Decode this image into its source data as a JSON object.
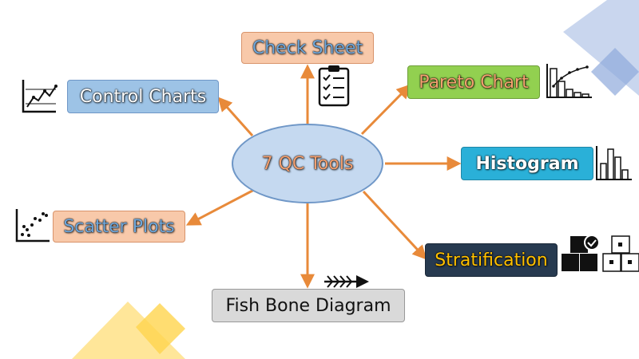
{
  "center": {
    "label": "7 QC Tools",
    "text_color": "#f4a070",
    "fill": "#c5d9f0",
    "border": "#6f97c7"
  },
  "nodes": {
    "check_sheet": {
      "label": "Check Sheet",
      "fill": "#f8c9aa",
      "text": "#6fa8dc",
      "icon": "checklist-icon"
    },
    "pareto": {
      "label": "Pareto Chart",
      "fill": "#92d050",
      "text": "#f4a070",
      "icon": "pareto-chart-icon"
    },
    "histogram": {
      "label": "Histogram",
      "fill": "#2ab0d8",
      "text": "#ffffff",
      "icon": "histogram-icon"
    },
    "stratification": {
      "label": "Stratification",
      "fill": "#273a50",
      "text": "#ffc000",
      "icon": "stacked-boxes-icon"
    },
    "fishbone": {
      "label": "Fish Bone Diagram",
      "fill": "#d9d9d9",
      "text": "#111111",
      "icon": "fishbone-icon"
    },
    "scatter": {
      "label": "Scatter Plots",
      "fill": "#f8c9aa",
      "text": "#6fa8dc",
      "icon": "scatter-plot-icon"
    },
    "control": {
      "label": "Control Charts",
      "fill": "#9dc3e6",
      "text": "#ffffff",
      "icon": "control-chart-icon"
    }
  },
  "colors": {
    "arrow": "#e88a3a",
    "decor_blue": "#b4c7e7",
    "decor_yellow": "#ffd966"
  }
}
